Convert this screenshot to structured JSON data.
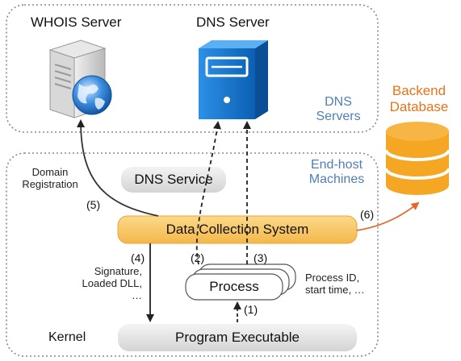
{
  "groups": {
    "dns_servers_label": "DNS\nServers",
    "end_host_label": "End-host\nMachines"
  },
  "nodes": {
    "whois_server": "WHOIS Server",
    "dns_server": "DNS Server",
    "backend_database": "Backend\nDatabase",
    "dns_service": "DNS Service",
    "data_collection_system": "Data Collection System",
    "process": "Process",
    "program_executable": "Program Executable",
    "kernel": "Kernel"
  },
  "edge_labels": {
    "domain_registration": "Domain\nRegistration",
    "step1": "(1)",
    "step2": "(2)",
    "step3": "(3)",
    "step4": "(4)",
    "step5": "(5)",
    "step6": "(6)",
    "signature_info": "Signature,\nLoaded DLL,\n…",
    "process_info": "Process ID,\nstart time, …"
  },
  "colors": {
    "data_collection_fill": "#f9c45e",
    "database_fill": "#f5a623",
    "server_blue": "#1f7fd6",
    "group_border": "#888888",
    "orange_edge": "#e2682a",
    "label_blue": "#4f7fb5",
    "label_orange": "#e8731a"
  },
  "icons": [
    "whois-server-icon",
    "globe-icon",
    "dns-server-icon",
    "database-icon"
  ]
}
